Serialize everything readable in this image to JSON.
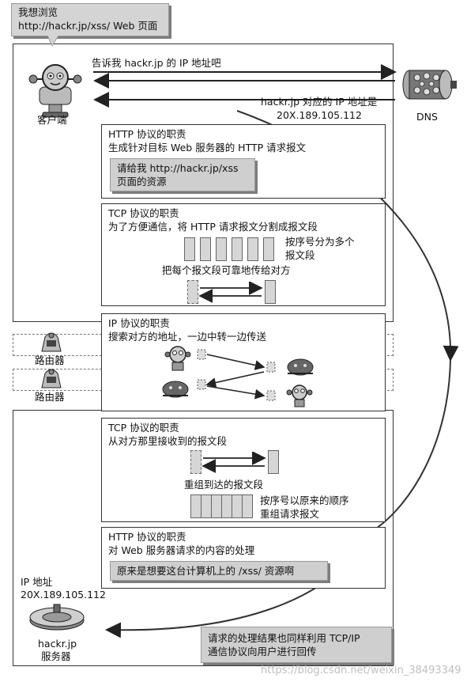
{
  "top_callout": {
    "line1": "我想浏览",
    "line2": "http://hackr.jp/xss/ Web 页面"
  },
  "client_label": "客户端",
  "dns_label": "DNS",
  "dns_request": "告诉我 hackr.jp 的 IP 地址吧",
  "dns_reply_line1": "hackr.jp 对应的 IP 地址是",
  "dns_reply_line2": "20X.189.105.112",
  "http_client": {
    "title": "HTTP 协议的职责",
    "subtitle": "生成针对目标 Web 服务器的 HTTP 请求报文",
    "message_line1": "请给我 http://hackr.jp/xss",
    "message_line2": "页面的资源"
  },
  "tcp_client": {
    "title": "TCP 协议的职责",
    "subtitle": "为了方便通信，将 HTTP 请求报文分割成报文段",
    "seq_note_line1": "按序号分为多个",
    "seq_note_line2": "报文段",
    "deliver_note": "把每个报文段可靠地传给对方"
  },
  "ip_layer": {
    "title": "IP 协议的职责",
    "subtitle": "搜索对方的地址，一边中转一边传送"
  },
  "router_label_1": "路由器",
  "router_label_2": "路由器",
  "tcp_server": {
    "title": "TCP 协议的职责",
    "subtitle": "从对方那里接收到的报文段",
    "reassemble_label": "重组到达的报文段",
    "order_note_line1": "按序号以原来的顺序",
    "order_note_line2": "重组请求报文"
  },
  "http_server": {
    "title": "HTTP 协议的职责",
    "subtitle": "对 Web 服务器请求的内容的处理",
    "message": "原来是想要这台计算机上的 /xss/ 资源啊"
  },
  "server_ip_label": "IP 地址",
  "server_ip_value": "20X.189.105.112",
  "server_name_line1": "hackr.jp",
  "server_name_line2": "服务器",
  "response_note_line1": "请求的处理结果也同样利用 TCP/IP",
  "response_note_line2": "通信协议向用户进行回传",
  "watermark": "https://blog.csdn.net/weixin_38493349"
}
